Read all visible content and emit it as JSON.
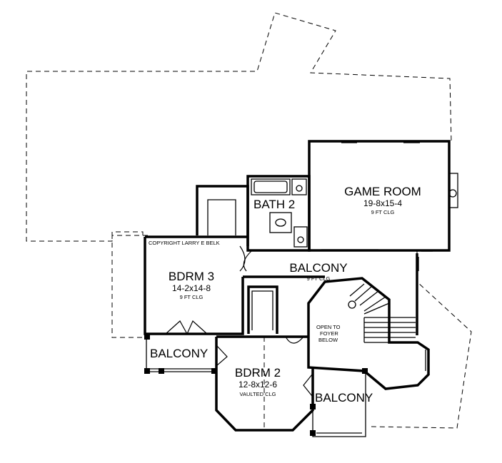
{
  "rooms": {
    "game_room": {
      "name": "GAME ROOM",
      "size": "19-8x15-4",
      "ceiling": "9 FT CLG"
    },
    "bath2": {
      "name": "BATH 2"
    },
    "bdrm3": {
      "name": "BDRM 3",
      "size": "14-2x14-8",
      "ceiling": "9 FT CLG"
    },
    "bdrm2": {
      "name": "BDRM 2",
      "size": "12-8x12-6",
      "ceiling": "VAULTED CLG"
    },
    "balcony_main": {
      "name": "BALCONY",
      "ceiling": "9 FT CLG"
    },
    "balcony_left": {
      "name": "BALCONY"
    },
    "balcony_bottom": {
      "name": "BALCONY"
    },
    "open_foyer": {
      "line1": "OPEN TO",
      "line2": "FOYER",
      "line3": "BELOW"
    }
  },
  "copyright": "COPYRIGHT LARRY E BELK"
}
